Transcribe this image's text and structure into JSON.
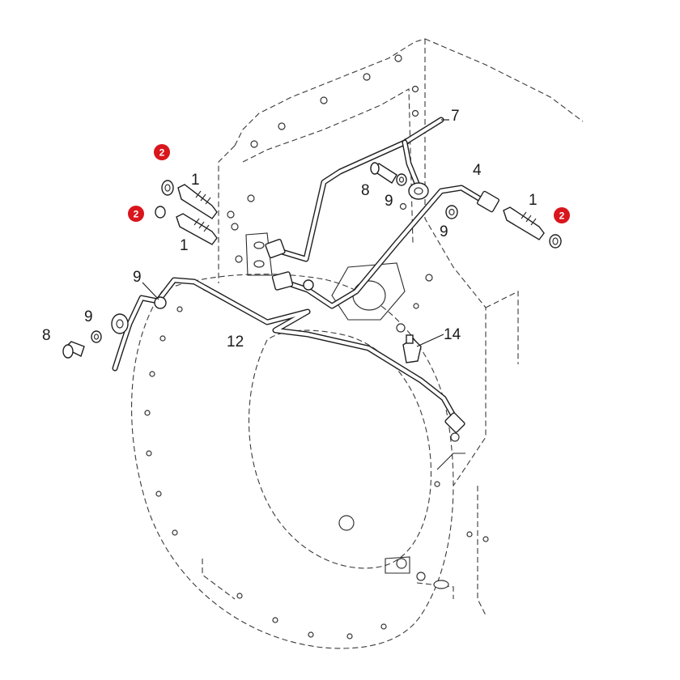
{
  "diagram": {
    "callouts": {
      "c1a": "1",
      "c1b": "1",
      "c1c": "1",
      "c4": "4",
      "c7": "7",
      "c8a": "8",
      "c8b": "8",
      "c9a": "9",
      "c9b": "9",
      "c9c": "9",
      "c9d": "9",
      "c12": "12",
      "c14": "14"
    },
    "badges": {
      "b1": "2",
      "b2": "2",
      "b3": "2"
    },
    "colors": {
      "badge": "#d9161d",
      "line": "#1f1f1f"
    }
  }
}
